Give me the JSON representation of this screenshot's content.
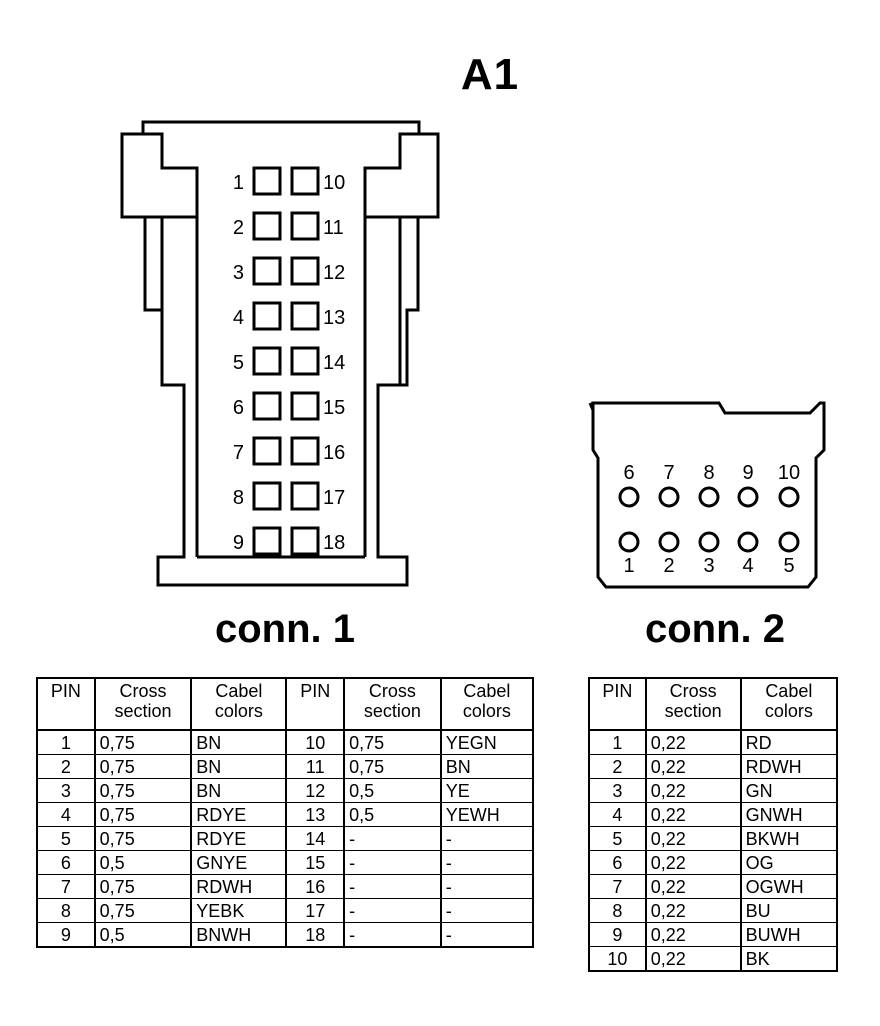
{
  "title": "A1",
  "connector1": {
    "label": "conn. 1",
    "pins_left": [
      "1",
      "2",
      "3",
      "4",
      "5",
      "6",
      "7",
      "8",
      "9"
    ],
    "pins_right": [
      "10",
      "11",
      "12",
      "13",
      "14",
      "15",
      "16",
      "17",
      "18"
    ]
  },
  "connector2": {
    "label": "conn. 2",
    "pins_top": [
      "6",
      "7",
      "8",
      "9",
      "10"
    ],
    "pins_bottom": [
      "1",
      "2",
      "3",
      "4",
      "5"
    ]
  },
  "table_headers": {
    "pin": "PIN",
    "cross_line1": "Cross",
    "cross_line2": "section",
    "colors_line1": "Cabel",
    "colors_line2": "colors"
  },
  "table1": [
    [
      [
        "1",
        "0,75",
        "BN"
      ],
      [
        "10",
        "0,75",
        "YEGN"
      ]
    ],
    [
      [
        "2",
        "0,75",
        "BN"
      ],
      [
        "11",
        "0,75",
        "BN"
      ]
    ],
    [
      [
        "3",
        "0,75",
        "BN"
      ],
      [
        "12",
        "0,5",
        "YE"
      ]
    ],
    [
      [
        "4",
        "0,75",
        "RDYE"
      ],
      [
        "13",
        "0,5",
        "YEWH"
      ]
    ],
    [
      [
        "5",
        "0,75",
        "RDYE"
      ],
      [
        "14",
        "-",
        "-"
      ]
    ],
    [
      [
        "6",
        "0,5",
        "GNYE"
      ],
      [
        "15",
        "-",
        "-"
      ]
    ],
    [
      [
        "7",
        "0,75",
        "RDWH"
      ],
      [
        "16",
        "-",
        "-"
      ]
    ],
    [
      [
        "8",
        "0,75",
        "YEBK"
      ],
      [
        "17",
        "-",
        "-"
      ]
    ],
    [
      [
        "9",
        "0,5",
        "BNWH"
      ],
      [
        "18",
        "-",
        "-"
      ]
    ]
  ],
  "table2": [
    [
      "1",
      "0,22",
      "RD"
    ],
    [
      "2",
      "0,22",
      "RDWH"
    ],
    [
      "3",
      "0,22",
      "GN"
    ],
    [
      "4",
      "0,22",
      "GNWH"
    ],
    [
      "5",
      "0,22",
      "BKWH"
    ],
    [
      "6",
      "0,22",
      "OG"
    ],
    [
      "7",
      "0,22",
      "OGWH"
    ],
    [
      "8",
      "0,22",
      "BU"
    ],
    [
      "9",
      "0,22",
      "BUWH"
    ],
    [
      "10",
      "0,22",
      "BK"
    ]
  ]
}
